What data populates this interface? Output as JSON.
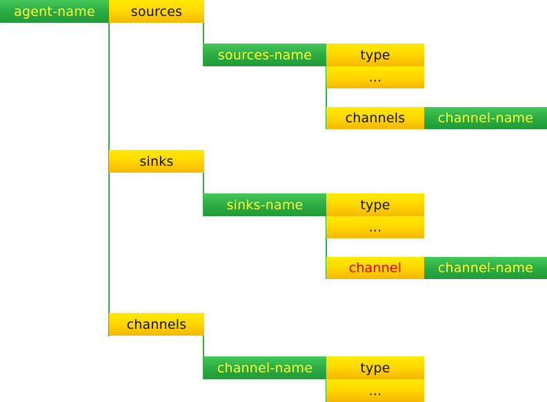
{
  "colors": {
    "green": "#2fae45",
    "yellow": "#ffd900",
    "green_text": "#ffff33",
    "dark_text": "#111111",
    "red_text": "#dd0000",
    "connector": "#2fae45"
  },
  "root": {
    "label": "agent-name"
  },
  "sources": {
    "label": "sources",
    "name_label": "sources-name",
    "type_label": "type",
    "ellipsis": "...",
    "channels_label": "channels",
    "channel_name_label": "channel-name"
  },
  "sinks": {
    "label": "sinks",
    "name_label": "sinks-name",
    "type_label": "type",
    "ellipsis": "...",
    "channel_label": "channel",
    "channel_name_label": "channel-name"
  },
  "channels": {
    "label": "channels",
    "name_label": "channel-name",
    "type_label": "type",
    "ellipsis": "..."
  }
}
